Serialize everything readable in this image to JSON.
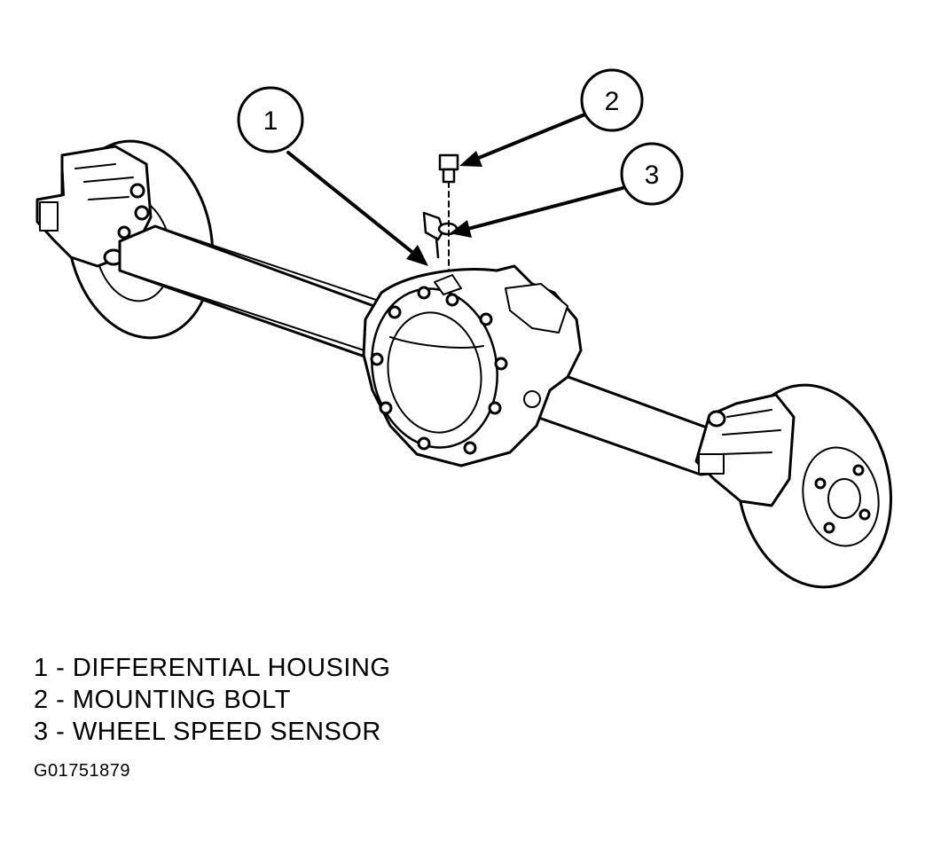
{
  "callouts": [
    {
      "number": "1"
    },
    {
      "number": "2"
    },
    {
      "number": "3"
    }
  ],
  "legend": [
    {
      "text": "1 - DIFFERENTIAL HOUSING"
    },
    {
      "text": "2 - MOUNTING BOLT"
    },
    {
      "text": "3 - WHEEL SPEED SENSOR"
    }
  ],
  "figure_id": "G01751879",
  "colors": {
    "ink": "#000000",
    "paper": "#ffffff"
  }
}
